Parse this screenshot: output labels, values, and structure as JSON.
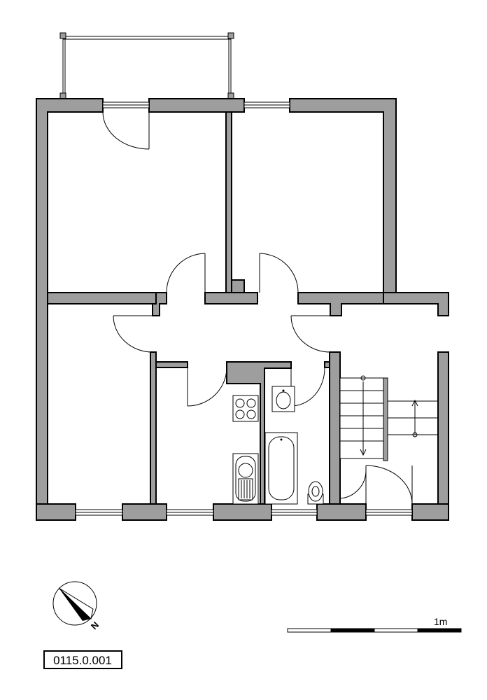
{
  "plan": {
    "id_label": "0115.0.001",
    "scale_label": "1m",
    "north_label": "N"
  }
}
